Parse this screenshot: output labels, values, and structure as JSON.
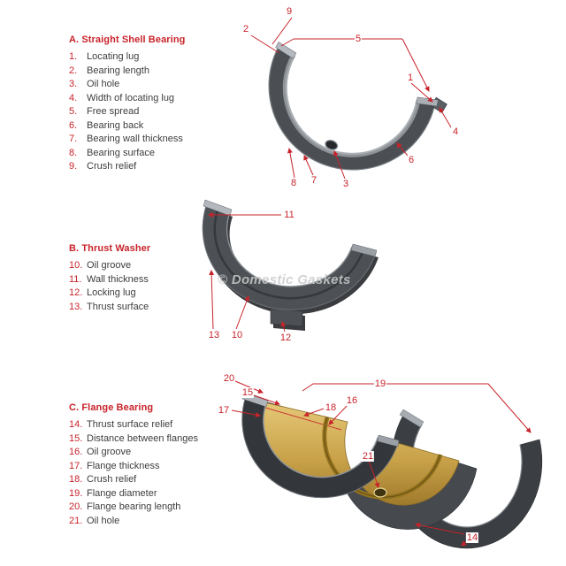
{
  "watermark": "© Domestic Gaskets",
  "colors": {
    "accent_red": "#c8232b",
    "metal_dark": "#46494e",
    "metal_light": "#aeb4ba",
    "gold": "#c9a24a"
  },
  "sections": {
    "a": {
      "title": "A. Straight Shell Bearing",
      "items": [
        {
          "num": "1.",
          "label": "Locating lug"
        },
        {
          "num": "2.",
          "label": "Bearing length"
        },
        {
          "num": "3.",
          "label": "Oil hole"
        },
        {
          "num": "4.",
          "label": "Width of locating lug"
        },
        {
          "num": "5.",
          "label": "Free spread"
        },
        {
          "num": "6.",
          "label": "Bearing back"
        },
        {
          "num": "7.",
          "label": "Bearing wall thickness"
        },
        {
          "num": "8.",
          "label": "Bearing surface"
        },
        {
          "num": "9.",
          "label": "Crush relief"
        }
      ]
    },
    "b": {
      "title": "B. Thrust Washer",
      "items": [
        {
          "num": "10.",
          "label": "Oil groove"
        },
        {
          "num": "11.",
          "label": "Wall thickness"
        },
        {
          "num": "12.",
          "label": "Locking lug"
        },
        {
          "num": "13.",
          "label": "Thrust surface"
        }
      ]
    },
    "c": {
      "title": "C. Flange Bearing",
      "items": [
        {
          "num": "14.",
          "label": "Thrust surface relief"
        },
        {
          "num": "15.",
          "label": "Distance between flanges"
        },
        {
          "num": "16.",
          "label": "Oil groove"
        },
        {
          "num": "17.",
          "label": "Flange thickness"
        },
        {
          "num": "18.",
          "label": "Crush relief"
        },
        {
          "num": "19.",
          "label": "Flange diameter"
        },
        {
          "num": "20.",
          "label": "Flange bearing length"
        },
        {
          "num": "21.",
          "label": "Oil hole"
        }
      ]
    }
  },
  "callouts": {
    "shell": [
      "9",
      "2",
      "5",
      "1",
      "4",
      "6",
      "3",
      "7",
      "8"
    ],
    "washer": [
      "11",
      "13",
      "10",
      "12"
    ],
    "flange": [
      "20",
      "15",
      "17",
      "18",
      "16",
      "19",
      "21",
      "14"
    ]
  }
}
